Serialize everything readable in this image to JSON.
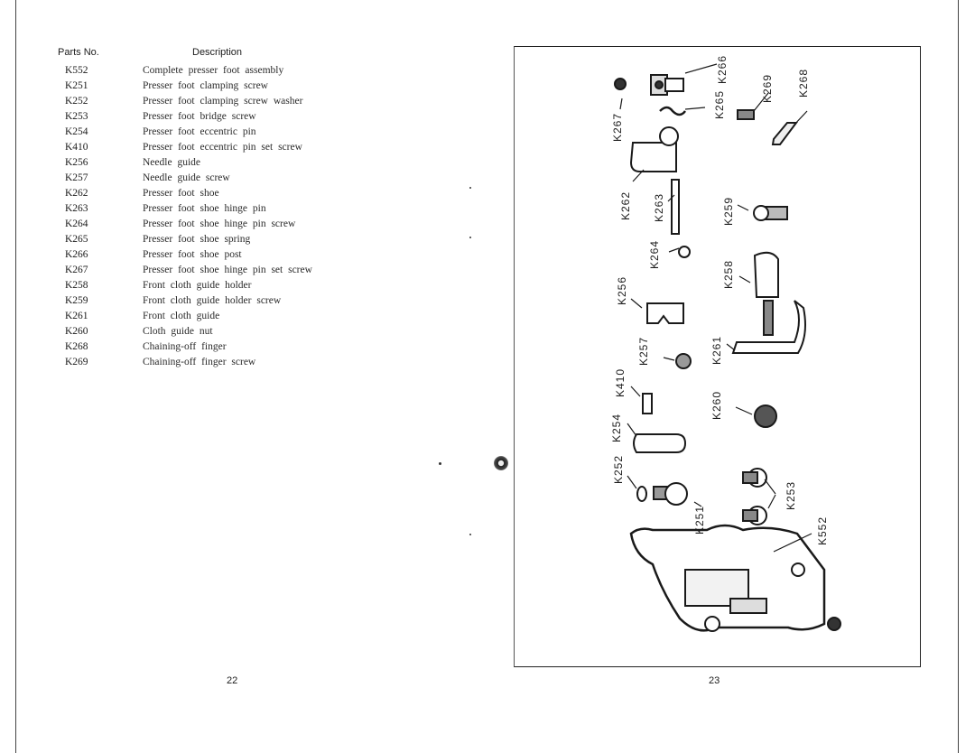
{
  "table": {
    "header_parts": "Parts No.",
    "header_description": "Description",
    "rows": [
      {
        "no": "K552",
        "desc": "Complete presser foot assembly"
      },
      {
        "no": "K251",
        "desc": "Presser foot clamping screw"
      },
      {
        "no": "K252",
        "desc": "Presser foot clamping screw washer"
      },
      {
        "no": "K253",
        "desc": "Presser foot bridge screw"
      },
      {
        "no": "K254",
        "desc": "Presser foot eccentric pin"
      },
      {
        "no": "K410",
        "desc": "Presser foot eccentric pin set screw"
      },
      {
        "no": "K256",
        "desc": "Needle guide"
      },
      {
        "no": "K257",
        "desc": "Needle guide screw"
      },
      {
        "no": "K262",
        "desc": "Presser foot shoe"
      },
      {
        "no": "K263",
        "desc": "Presser foot shoe hinge pin"
      },
      {
        "no": "K264",
        "desc": "Presser foot shoe hinge pin screw"
      },
      {
        "no": "K265",
        "desc": "Presser foot shoe spring"
      },
      {
        "no": "K266",
        "desc": "Presser foot shoe post"
      },
      {
        "no": "K267",
        "desc": "Presser foot shoe hinge pin set screw"
      },
      {
        "no": "K258",
        "desc": "Front cloth guide holder"
      },
      {
        "no": "K259",
        "desc": "Front cloth guide holder screw"
      },
      {
        "no": "K261",
        "desc": "Front cloth guide"
      },
      {
        "no": "K260",
        "desc": "Cloth guide nut"
      },
      {
        "no": "K268",
        "desc": "Chaining-off finger"
      },
      {
        "no": "K269",
        "desc": "Chaining-off finger screw"
      }
    ]
  },
  "diagram_labels": {
    "k266": "K266",
    "k265": "K265",
    "k269": "K269",
    "k268": "K268",
    "k267": "K267",
    "k262": "K262",
    "k263": "K263",
    "k259": "K259",
    "k264": "K264",
    "k258": "K258",
    "k256": "K256",
    "k257": "K257",
    "k261": "K261",
    "k410": "K410",
    "k260": "K260",
    "k254": "K254",
    "k252": "K252",
    "k253": "K253",
    "k251": "K251",
    "k552": "K552"
  },
  "page_numbers": {
    "left": "22",
    "right": "23"
  }
}
